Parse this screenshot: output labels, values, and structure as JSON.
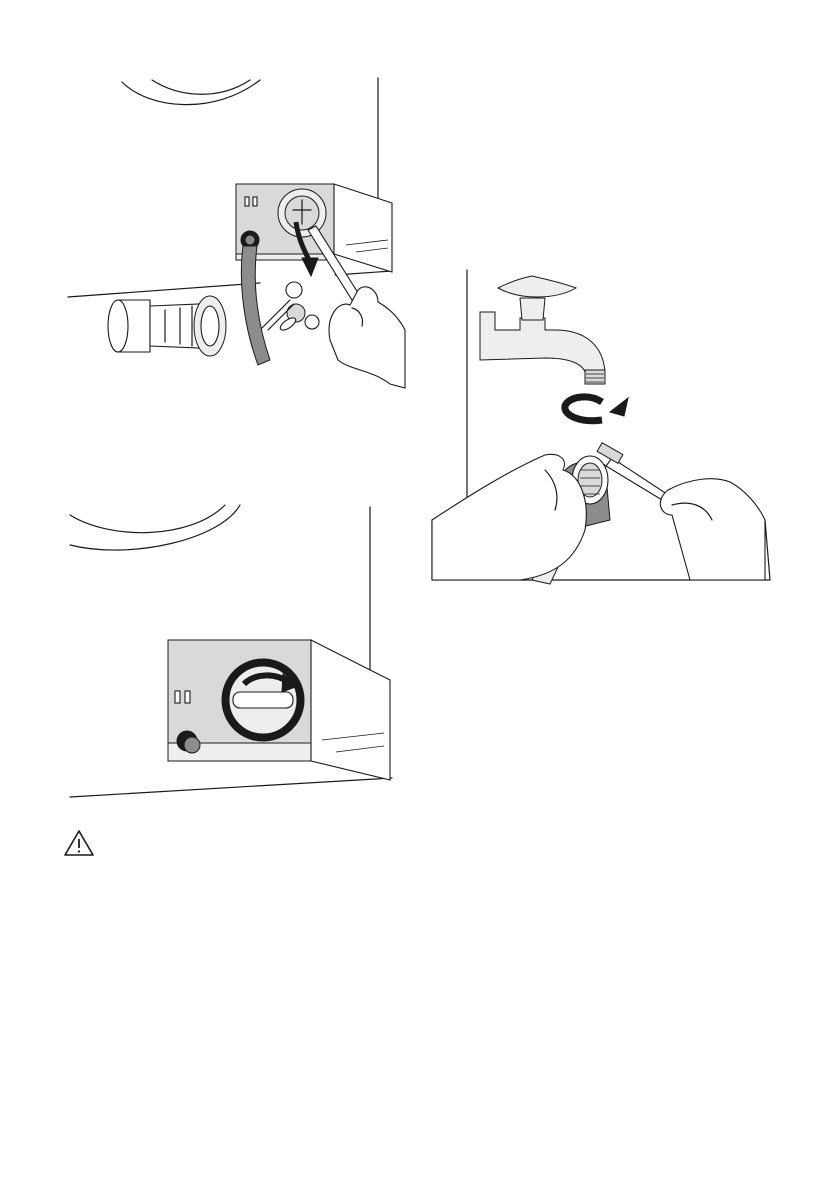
{
  "illustrations": {
    "filter_removal": {
      "icon": "filter-removal-illustration"
    },
    "filter_refit": {
      "icon": "filter-refit-illustration"
    },
    "inlet_hose_cleaning": {
      "icon": "inlet-hose-cleaning-illustration"
    }
  },
  "warning": {
    "icon": "warning-triangle-icon",
    "text": ""
  }
}
